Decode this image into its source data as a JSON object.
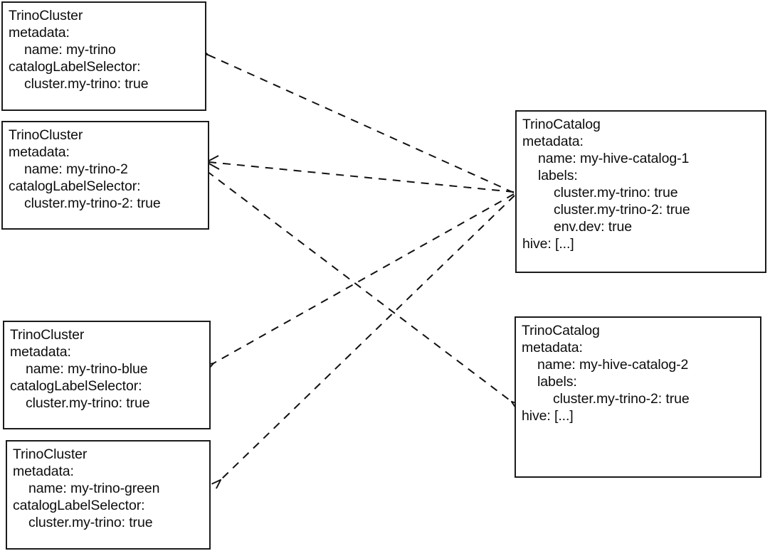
{
  "diagram": {
    "type": "entity-relationship",
    "title": "TrinoCluster to TrinoCatalog label selector matching",
    "edge_style": "dashed-arrow",
    "edge_color": "#111111",
    "node_border_color": "#1b1b1b",
    "background": "#ffffff"
  },
  "nodes": [
    {
      "id": "cluster-my-trino",
      "kind": "TrinoCluster",
      "lines": [
        {
          "text": "TrinoCluster",
          "indent": 0
        },
        {
          "text": "metadata:",
          "indent": 0
        },
        {
          "text": "name: my-trino",
          "indent": 1
        },
        {
          "text": "catalogLabelSelector:",
          "indent": 0
        },
        {
          "text": "cluster.my-trino: true",
          "indent": 1
        }
      ]
    },
    {
      "id": "cluster-my-trino-2",
      "kind": "TrinoCluster",
      "lines": [
        {
          "text": "TrinoCluster",
          "indent": 0
        },
        {
          "text": "metadata:",
          "indent": 0
        },
        {
          "text": "name: my-trino-2",
          "indent": 1
        },
        {
          "text": "catalogLabelSelector:",
          "indent": 0
        },
        {
          "text": "cluster.my-trino-2: true",
          "indent": 1
        }
      ]
    },
    {
      "id": "cluster-my-trino-blue",
      "kind": "TrinoCluster",
      "lines": [
        {
          "text": "TrinoCluster",
          "indent": 0
        },
        {
          "text": "metadata:",
          "indent": 0
        },
        {
          "text": "name: my-trino-blue",
          "indent": 1
        },
        {
          "text": "catalogLabelSelector:",
          "indent": 0
        },
        {
          "text": "cluster.my-trino: true",
          "indent": 1
        }
      ]
    },
    {
      "id": "cluster-my-trino-green",
      "kind": "TrinoCluster",
      "lines": [
        {
          "text": "TrinoCluster",
          "indent": 0
        },
        {
          "text": "metadata:",
          "indent": 0
        },
        {
          "text": "name: my-trino-green",
          "indent": 1
        },
        {
          "text": "catalogLabelSelector:",
          "indent": 0
        },
        {
          "text": "cluster.my-trino: true",
          "indent": 1
        }
      ]
    },
    {
      "id": "catalog-my-hive-catalog-1",
      "kind": "TrinoCatalog",
      "lines": [
        {
          "text": "TrinoCatalog",
          "indent": 0
        },
        {
          "text": "metadata:",
          "indent": 0
        },
        {
          "text": "name: my-hive-catalog-1",
          "indent": 1
        },
        {
          "text": "labels:",
          "indent": 1
        },
        {
          "text": "cluster.my-trino: true",
          "indent": 2
        },
        {
          "text": "cluster.my-trino-2: true",
          "indent": 2
        },
        {
          "text": "env.dev: true",
          "indent": 2
        },
        {
          "text": "hive: [...]",
          "indent": 0
        }
      ]
    },
    {
      "id": "catalog-my-hive-catalog-2",
      "kind": "TrinoCatalog",
      "lines": [
        {
          "text": "TrinoCatalog",
          "indent": 0
        },
        {
          "text": "metadata:",
          "indent": 0
        },
        {
          "text": "name: my-hive-catalog-2",
          "indent": 1
        },
        {
          "text": "labels:",
          "indent": 1
        },
        {
          "text": "cluster.my-trino-2: true",
          "indent": 2
        },
        {
          "text": "hive: [...]",
          "indent": 0
        }
      ]
    }
  ],
  "edges": [
    {
      "from": "catalog-my-hive-catalog-1",
      "to": "cluster-my-trino"
    },
    {
      "from": "catalog-my-hive-catalog-1",
      "to": "cluster-my-trino-2"
    },
    {
      "from": "catalog-my-hive-catalog-1",
      "to": "cluster-my-trino-blue"
    },
    {
      "from": "catalog-my-hive-catalog-1",
      "to": "cluster-my-trino-green"
    },
    {
      "from": "cluster-my-trino-2",
      "to": "catalog-my-hive-catalog-2"
    }
  ]
}
